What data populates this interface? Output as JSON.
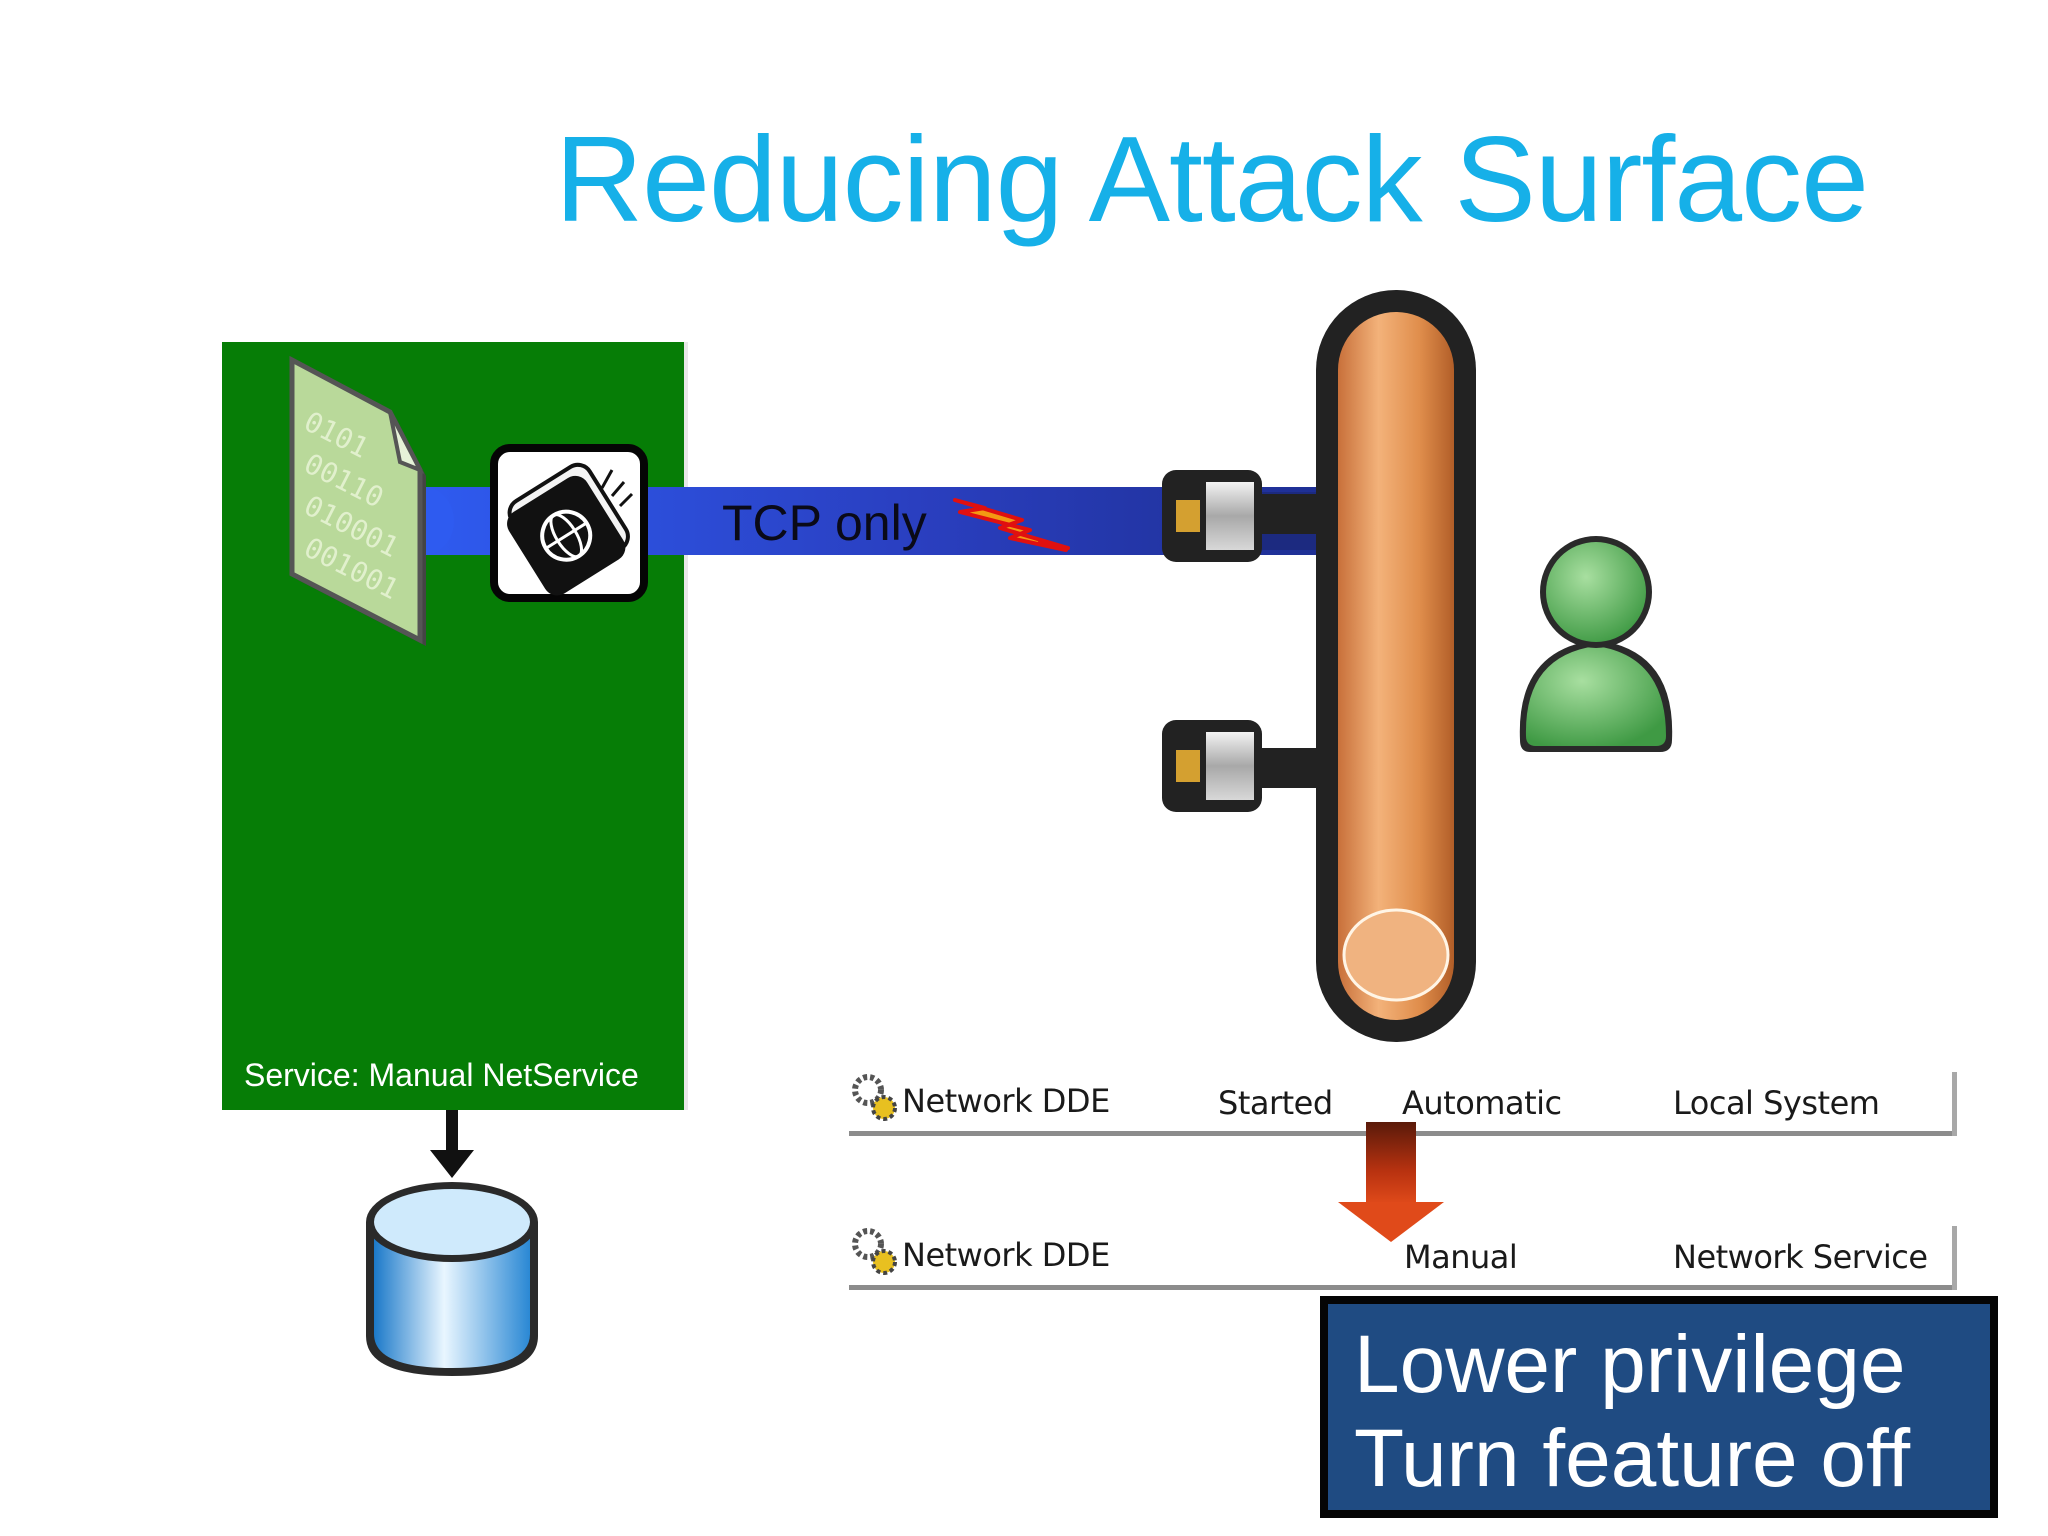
{
  "slide": {
    "title": "Reducing Attack Surface"
  },
  "service_box": {
    "label": "Service: Manual NetService",
    "color": "#067d06",
    "file_icon_bits": [
      "0101",
      "00110",
      "010001",
      "001001"
    ]
  },
  "connection": {
    "label": "TCP only",
    "pipe_color": "#2f5be8"
  },
  "services_table": {
    "before": {
      "name": "Network DDE",
      "status": "Started",
      "startup": "Automatic",
      "account": "Local System"
    },
    "after": {
      "name": "Network DDE",
      "status": "",
      "startup": "Manual",
      "account": "Network Service"
    }
  },
  "callout": {
    "line1": "Lower privilege",
    "line2": "Turn feature off",
    "bg_color": "#1f4b82"
  },
  "icons": [
    "binary-file-icon",
    "passport-icon",
    "lightning-icon",
    "network-connector-icon",
    "pipe-cylinder-icon",
    "user-icon",
    "database-icon",
    "service-gear-icon",
    "down-arrow-icon"
  ]
}
